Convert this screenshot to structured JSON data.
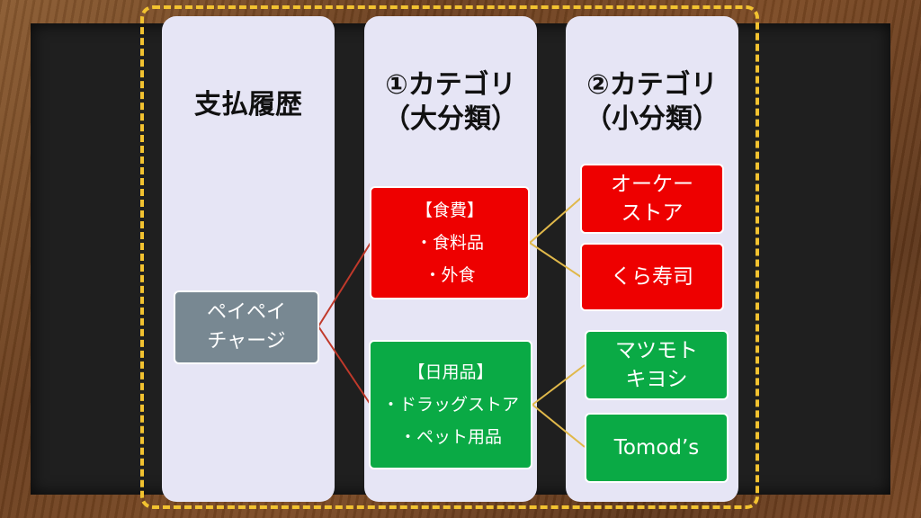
{
  "columns": [
    {
      "title": "支払履歴"
    },
    {
      "title": "①カテゴリ\n（大分類）"
    },
    {
      "title": "②カテゴリ\n（小分類）"
    }
  ],
  "nodes": {
    "charge": "ペイペイ\nチャージ",
    "food": "【食費】\n・食料品\n・外食",
    "daily": "【日用品】\n・ドラッグストア\n・ペット用品",
    "okay": "オーケー\nストア",
    "kura": "くら寿司",
    "matsumoto": "マツモト\nキヨシ",
    "tomods": "Tomod’s"
  },
  "colors": {
    "red": "#ee0000",
    "green": "#0aaa45",
    "gray": "#788892",
    "dash": "#f2c230",
    "connector_red": "#c0392b",
    "connector_gold": "#e0b84a"
  }
}
